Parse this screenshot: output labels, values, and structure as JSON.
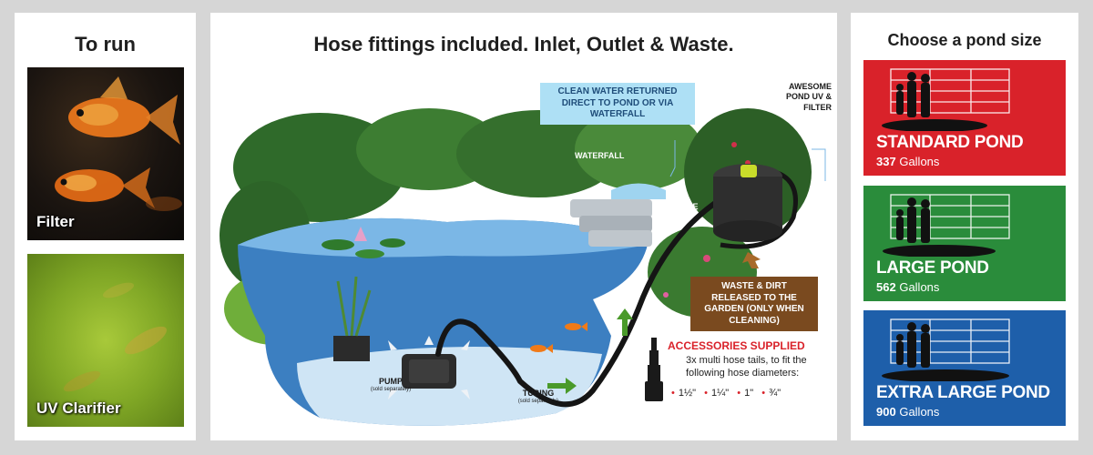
{
  "left_panel": {
    "title": "To run",
    "tiles": [
      {
        "label": "Filter"
      },
      {
        "label": "UV Clarifier"
      }
    ]
  },
  "middle_panel": {
    "title": "Hose fittings included. Inlet, Outlet & Waste.",
    "callouts": {
      "clean_water": "CLEAN WATER RETURNED DIRECT TO POND OR VIA WATERFALL",
      "awesome": "AWESOME POND UV & FILTER",
      "waterfall": "WATERFALL",
      "hose": "HOSE",
      "waste": "WASTE & DIRT RELEASED TO THE GARDEN (ONLY WHEN CLEANING)",
      "pump": "PUMP",
      "pump_note": "(sold separately)",
      "tubing": "TUBING",
      "tubing_note": "(sold separately)"
    },
    "accessories": {
      "title": "ACCESSORIES SUPPLIED",
      "description": "3x multi hose tails, to fit the following hose diameters:",
      "sizes": [
        "1½\"",
        "1¼\"",
        "1\"",
        "¾\""
      ]
    }
  },
  "right_panel": {
    "title": "Choose a pond size",
    "cards": [
      {
        "name": "STANDARD POND",
        "gallons": "337",
        "unit": "Gallons",
        "color": "#d9222a"
      },
      {
        "name": "LARGE POND",
        "gallons": "562",
        "unit": "Gallons",
        "color": "#2a8c3b"
      },
      {
        "name": "EXTRA LARGE POND",
        "gallons": "900",
        "unit": "Gallons",
        "color": "#1e5faa"
      }
    ]
  }
}
